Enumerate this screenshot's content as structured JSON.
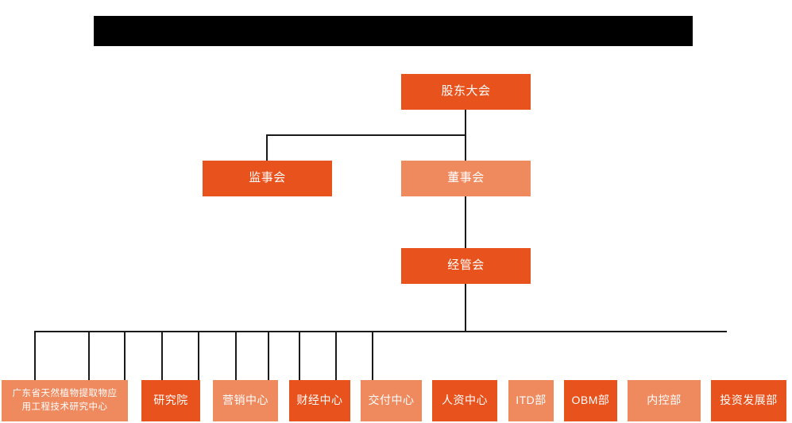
{
  "banner": {
    "name": "redacted-title-banner",
    "color": "#000000",
    "text": ""
  },
  "theme": {
    "background": "#FFFFFF",
    "accent_dark": "#E8521C",
    "accent_light": "#EF8A5F",
    "connector": "#1A1A1A",
    "node_text": "#FFFFFF"
  },
  "chart_data": {
    "type": "diagram",
    "subtype": "organization-chart",
    "title": "",
    "orientation": "top-down",
    "levels": [
      {
        "level": 1,
        "nodes": [
          {
            "id": "shareholders",
            "label": "股东大会",
            "tone": "dark"
          }
        ]
      },
      {
        "level": 2,
        "nodes": [
          {
            "id": "supervisors",
            "label": "监事会",
            "tone": "dark"
          },
          {
            "id": "directors",
            "label": "董事会",
            "tone": "light"
          }
        ]
      },
      {
        "level": 3,
        "nodes": [
          {
            "id": "management",
            "label": "经管会",
            "tone": "dark"
          }
        ]
      },
      {
        "level": 4,
        "nodes": [
          {
            "id": "gd-research-center",
            "label": "广东省天然植物提取物应\n用工程技术研究中心",
            "tone": "light"
          },
          {
            "id": "research-institute",
            "label": "研究院",
            "tone": "dark"
          },
          {
            "id": "marketing-center",
            "label": "营销中心",
            "tone": "light"
          },
          {
            "id": "finance-center",
            "label": "财经中心",
            "tone": "dark"
          },
          {
            "id": "delivery-center",
            "label": "交付中心",
            "tone": "light"
          },
          {
            "id": "hr-center",
            "label": "人资中心",
            "tone": "dark"
          },
          {
            "id": "itd-dept",
            "label": "ITD部",
            "tone": "light"
          },
          {
            "id": "obm-dept",
            "label": "OBM部",
            "tone": "dark"
          },
          {
            "id": "internal-control-dept",
            "label": "内控部",
            "tone": "light"
          },
          {
            "id": "investment-development-dept",
            "label": "投资发展部",
            "tone": "dark"
          }
        ]
      }
    ],
    "edges": [
      {
        "from": "shareholders",
        "to": "supervisors"
      },
      {
        "from": "shareholders",
        "to": "directors"
      },
      {
        "from": "directors",
        "to": "management"
      },
      {
        "from": "management",
        "to": "gd-research-center"
      },
      {
        "from": "management",
        "to": "research-institute"
      },
      {
        "from": "management",
        "to": "marketing-center"
      },
      {
        "from": "management",
        "to": "finance-center"
      },
      {
        "from": "management",
        "to": "delivery-center"
      },
      {
        "from": "management",
        "to": "hr-center"
      },
      {
        "from": "management",
        "to": "itd-dept"
      },
      {
        "from": "management",
        "to": "obm-dept"
      },
      {
        "from": "management",
        "to": "internal-control-dept"
      },
      {
        "from": "management",
        "to": "investment-development-dept"
      }
    ]
  }
}
